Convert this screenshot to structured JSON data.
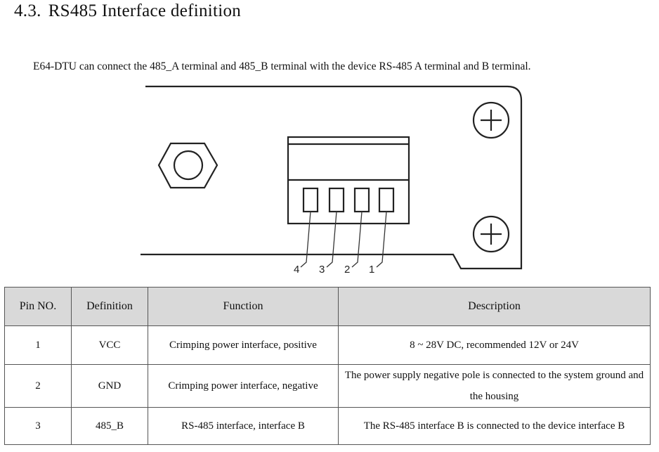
{
  "section": {
    "number": "4.3.",
    "title": "RS485 Interface definition"
  },
  "intro_text": "E64-DTU  can connect the 485_A  terminal  and 485_B  terminal  with  the device RS-485  A terminal and B terminal.",
  "diagram": {
    "pin_labels": [
      "4",
      "3",
      "2",
      "1"
    ]
  },
  "table": {
    "headers": [
      "Pin NO.",
      "Definition",
      "Function",
      "Description"
    ],
    "rows": [
      [
        "1",
        "VCC",
        "Crimping power interface, positive",
        "8 ~ 28V DC, recommended  12V or 24V"
      ],
      [
        "2",
        "GND",
        "Crimping power interface, negative",
        "The power supply negative pole is connected to the system ground and the housing"
      ],
      [
        "3",
        "485_B",
        "RS-485 interface, interface B",
        "The RS-485 interface B is connected to the device interface B"
      ]
    ]
  }
}
